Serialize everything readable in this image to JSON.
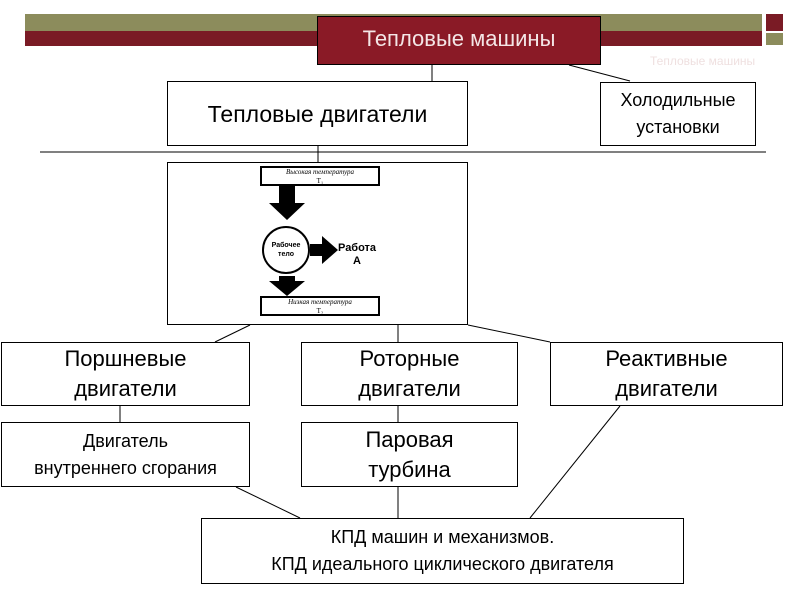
{
  "title": "Тепловые машины",
  "ghost_text": "Тепловые машины",
  "heat_engines": "Тепловые двигатели",
  "refrigerators": {
    "line1": "Холодильные",
    "line2": "установки"
  },
  "diagram": {
    "high_temp": "Высокая температура",
    "t1": "T₁",
    "working_body": {
      "line1": "Рабочее",
      "line2": "тело"
    },
    "work": {
      "line1": "Работа",
      "line2": "A"
    },
    "low_temp": "Низкая температура",
    "t2": "T₂"
  },
  "piston": {
    "line1": "Поршневые",
    "line2": "двигатели"
  },
  "rotary": {
    "line1": "Роторные",
    "line2": "двигатели"
  },
  "jet": {
    "line1": "Реактивные",
    "line2": "двигатели"
  },
  "ice": {
    "line1": "Двигатель",
    "line2": "внутреннего сгорания"
  },
  "turbine": {
    "line1": "Паровая",
    "line2": "турбина"
  },
  "efficiency": {
    "line1": "КПД машин и механизмов.",
    "line2": "КПД идеального циклического двигателя"
  },
  "colors": {
    "header_dark_red": "#7a1b25",
    "header_olive": "#8c8c5c",
    "title_bg": "#8a1a26"
  }
}
